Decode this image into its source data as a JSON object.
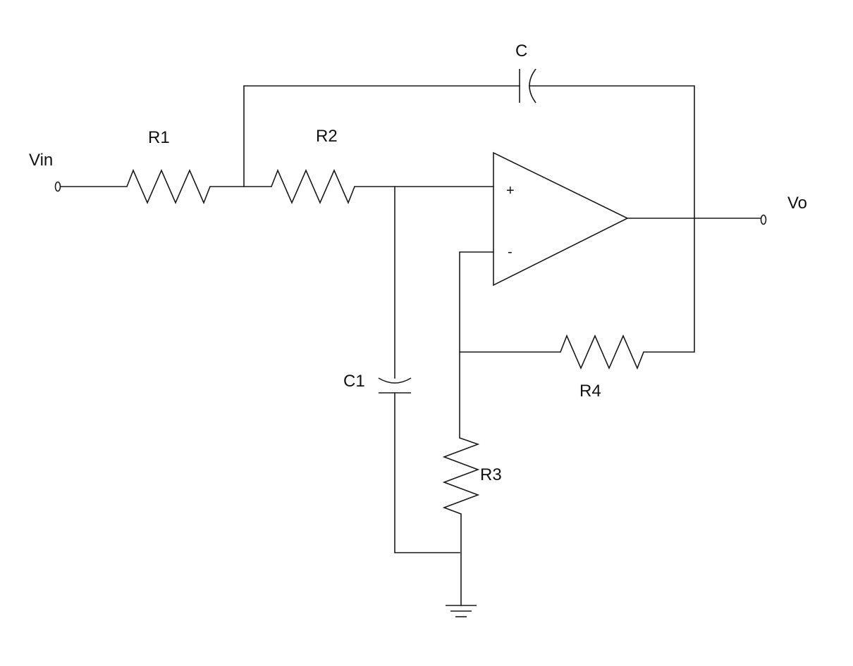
{
  "labels": {
    "vin": "Vin",
    "vo": "Vo",
    "r1": "R1",
    "r2": "R2",
    "r3": "R3",
    "r4": "R4",
    "c": "C",
    "c1": "C1",
    "plus": "+",
    "minus": "-"
  },
  "colors": {
    "line": "#1a1a1a",
    "background": "#ffffff"
  }
}
